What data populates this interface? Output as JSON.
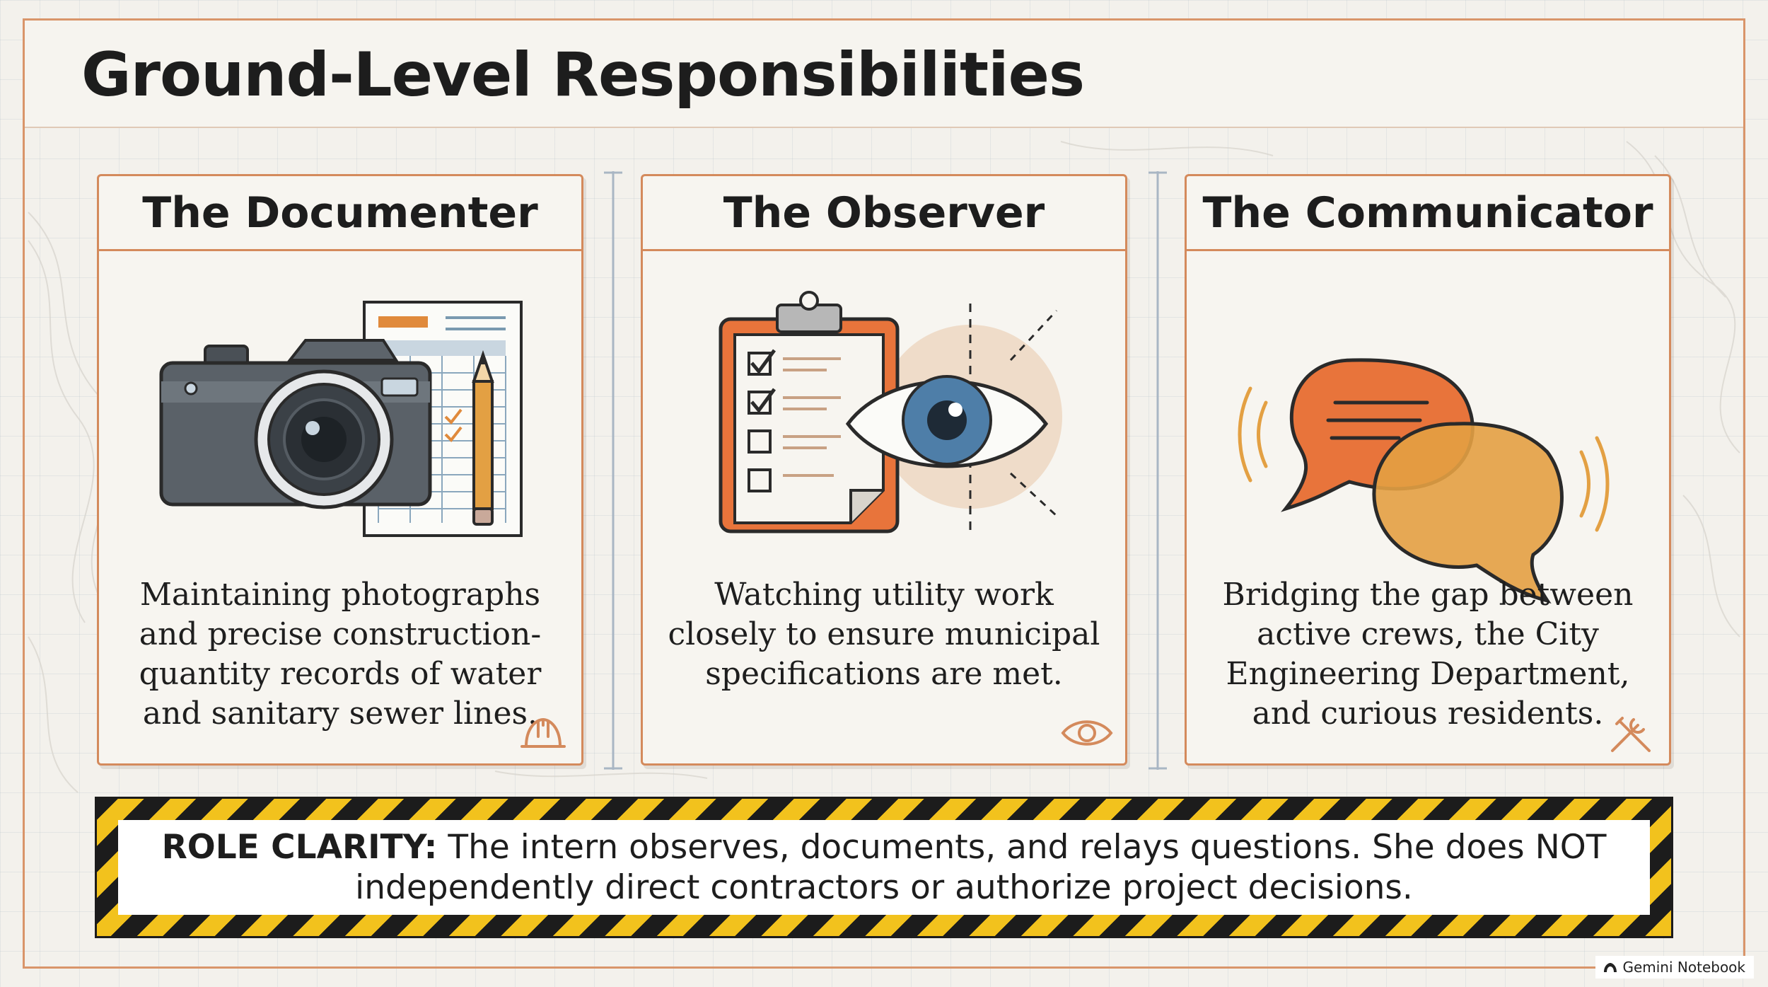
{
  "page": {
    "title": "Ground-Level Responsibilities"
  },
  "cards": [
    {
      "title": "The Documenter",
      "text": "Maintaining photographs and precise construction-quantity records of water and sanitary sewer lines.",
      "illustration": "camera-and-spreadsheet-illustration",
      "corner_icon": "hard-hat-icon"
    },
    {
      "title": "The Observer",
      "text": "Watching utility work closely to ensure municipal specifications are met.",
      "illustration": "clipboard-and-eye-illustration",
      "corner_icon": "eye-icon"
    },
    {
      "title": "The Communicator",
      "text": "Bridging the gap between active crews, the City Engineering Department, and curious residents.",
      "illustration": "speech-bubbles-illustration",
      "corner_icon": "wrench-screwdriver-icon"
    }
  ],
  "banner": {
    "label": "ROLE CLARITY:",
    "text": "The intern observes, documents, and relays questions. She does NOT independently direct contractors or authorize project decisions."
  },
  "watermark": {
    "text": "Gemini Notebook"
  },
  "colors": {
    "accent_orange": "#d48a5c",
    "bubble_orange": "#e8743b",
    "bubble_amber": "#e3a043",
    "stripe_yellow": "#f2c21d",
    "stripe_black": "#1c1c1c"
  }
}
